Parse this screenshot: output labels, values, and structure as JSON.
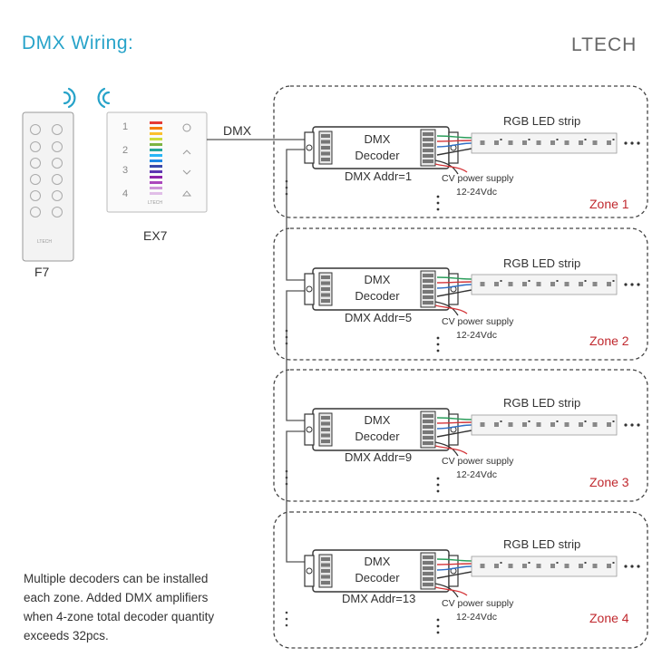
{
  "header": {
    "title": "DMX Wiring:",
    "brand": "LTECH"
  },
  "remote": {
    "label": "F7",
    "brand_mark": "LTECH"
  },
  "panel": {
    "label": "EX7",
    "brand_mark": "LTECH",
    "key_numbers": [
      "1",
      "2",
      "3",
      "4"
    ]
  },
  "dmx_line_label": "DMX",
  "zones": [
    {
      "name": "Zone 1",
      "decoder_line1": "DMX",
      "decoder_line2": "Decoder",
      "address": "DMX Addr=1",
      "strip_label": "RGB LED strip",
      "power_line1": "CV power supply",
      "power_line2": "12-24Vdc"
    },
    {
      "name": "Zone 2",
      "decoder_line1": "DMX",
      "decoder_line2": "Decoder",
      "address": "DMX Addr=5",
      "strip_label": "RGB LED strip",
      "power_line1": "CV power supply",
      "power_line2": "12-24Vdc"
    },
    {
      "name": "Zone 3",
      "decoder_line1": "DMX",
      "decoder_line2": "Decoder",
      "address": "DMX Addr=9",
      "strip_label": "RGB LED strip",
      "power_line1": "CV power supply",
      "power_line2": "12-24Vdc"
    },
    {
      "name": "Zone 4",
      "decoder_line1": "DMX",
      "decoder_line2": "Decoder",
      "address": "DMX Addr=13",
      "strip_label": "RGB LED strip",
      "power_line1": "CV power supply",
      "power_line2": "12-24Vdc"
    }
  ],
  "note": {
    "line1": "Multiple decoders can be installed",
    "line2": "each zone. Added DMX amplifiers",
    "line3": "when 4-zone total decoder quantity",
    "line4": "exceeds 32pcs."
  },
  "colors": {
    "title": "#27a3c9",
    "zone_label": "#c0282e",
    "rgb_wires": [
      "#2a9d5a",
      "#d4363a",
      "#2f6fc4"
    ]
  }
}
